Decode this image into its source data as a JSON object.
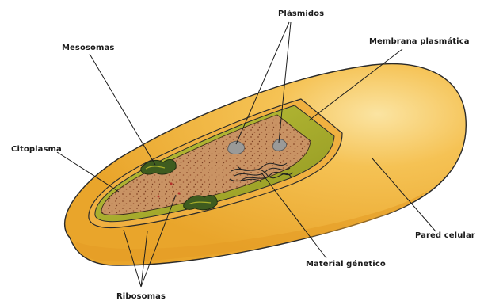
{
  "labels": {
    "plasmidos": "Plásmidos",
    "mesosomas": "Mesosomas",
    "membrana": "Membrana plasmática",
    "citoplasma": "Citoplasma",
    "pared": "Pared celular",
    "material": "Material génetico",
    "ribosomas": "Ribosomas"
  },
  "colors": {
    "pared_celular": "#f2b33a",
    "pared_highlight": "#fbdc8c",
    "membrana": "#a8ad2a",
    "citoplasma": "#c99364",
    "mesosoma": "#3d5a1e",
    "plasmido": "#9a9a98",
    "material_genetico": "#2a2a2a",
    "outline": "#1f1f1f"
  }
}
